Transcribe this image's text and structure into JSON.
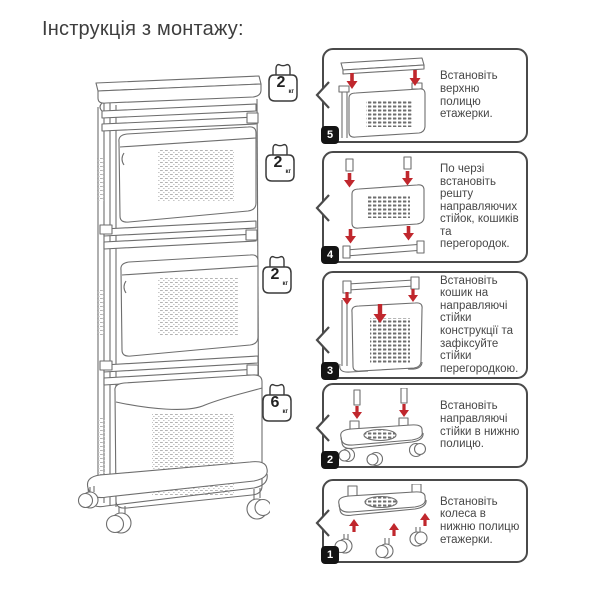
{
  "title": "Інструкція з монтажу:",
  "colors": {
    "accent_red": "#C0272D",
    "text_dark": "#3E3E3E",
    "line_art": "#6E6E6E",
    "badge_bg": "#141414",
    "box_border": "#4A4A4A"
  },
  "icons": {
    "weight": "kettlebell-weight-icon",
    "callout": "chevron-left-pointer-icon",
    "arrow_down": "red-arrow-down-icon",
    "arrow_up": "red-arrow-up-icon"
  },
  "weights": [
    {
      "value": "2",
      "unit": "кг"
    },
    {
      "value": "2",
      "unit": "кг"
    },
    {
      "value": "2",
      "unit": "кг"
    },
    {
      "value": "6",
      "unit": "кг"
    }
  ],
  "steps": [
    {
      "number": "5",
      "text": "Встановіть верхню полицю етажерки."
    },
    {
      "number": "4",
      "text": "По черзі встановіть решту направляючих стійок, кошиків та перегородок."
    },
    {
      "number": "3",
      "text": "Встановіть кошик на направляючі стійки конструкції та зафіксуйте стійки перегородкою."
    },
    {
      "number": "2",
      "text": "Встановіть направляючі стійки в нижню полицю."
    },
    {
      "number": "1",
      "text": "Встановіть колеса в нижню полицю етажерки."
    }
  ]
}
